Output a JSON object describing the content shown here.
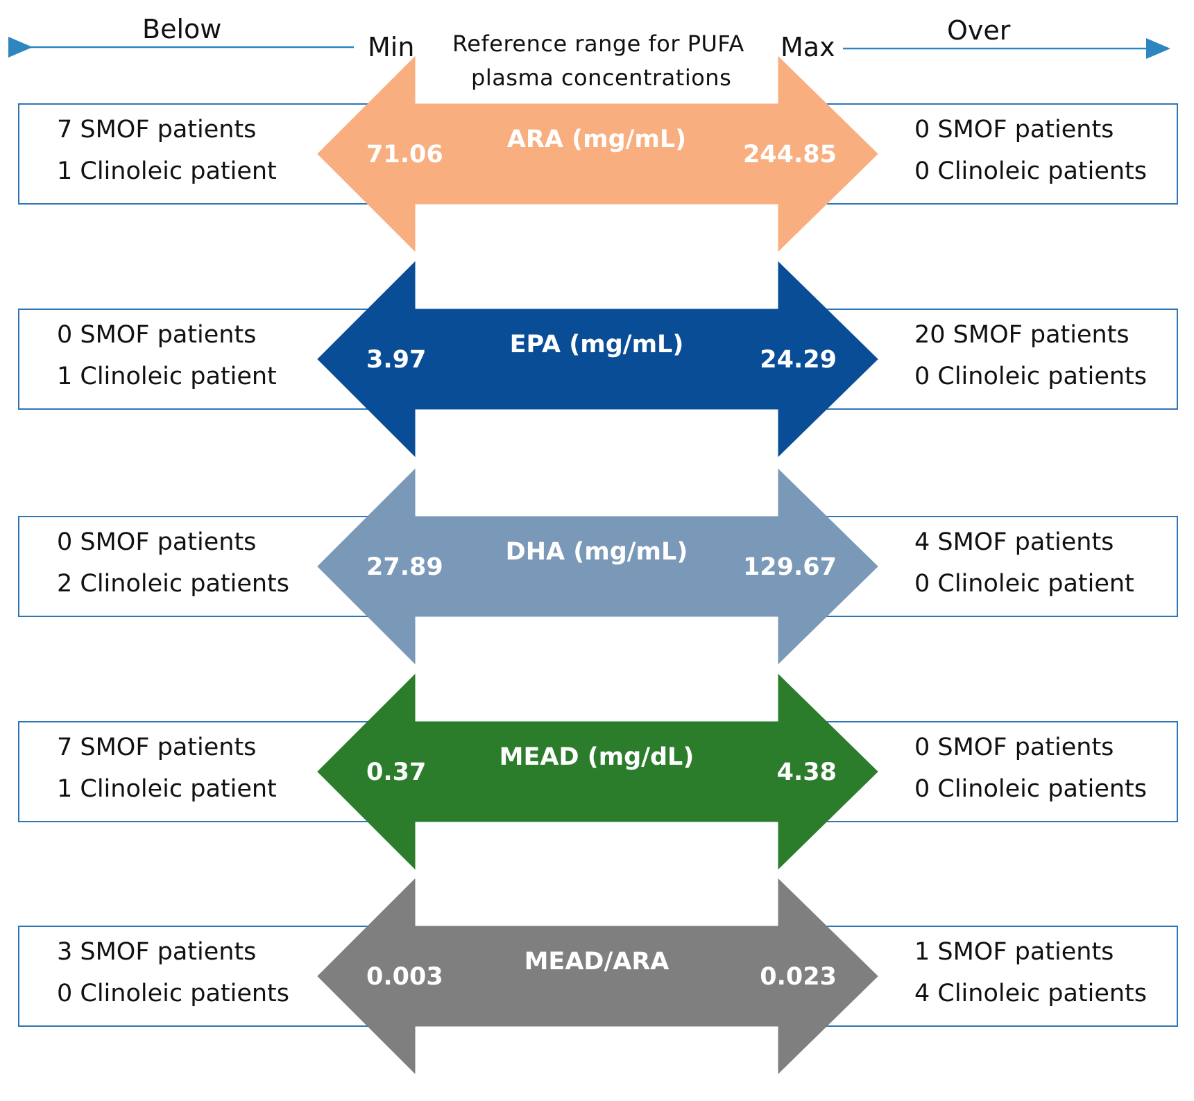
{
  "header": {
    "below_label": "Below",
    "over_label": "Over",
    "min_label": "Min",
    "max_label": "Max",
    "title_line1": "Reference  range for  PUFA",
    "title_line2": "plasma concentrations"
  },
  "colors": {
    "guide_line": "#2e86c1",
    "box_border": "#2e75b6"
  },
  "rows": [
    {
      "label": "ARA (mg/mL)",
      "min": "71.06",
      "max": "244.85",
      "color": "#f9ae7f",
      "below": [
        "7 SMOF patients",
        "1 Clinoleic patient"
      ],
      "over": [
        "0 SMOF patients",
        "0 Clinoleic patients"
      ]
    },
    {
      "label": "EPA (mg/mL)",
      "min": "3.97",
      "max": "24.29",
      "color": "#0a4d97",
      "below": [
        "0 SMOF patients",
        "1 Clinoleic patient"
      ],
      "over": [
        "20 SMOF patients",
        "0 Clinoleic patients"
      ]
    },
    {
      "label": "DHA (mg/mL)",
      "min": "27.89",
      "max": "129.67",
      "color": "#7a98b7",
      "below": [
        "0 SMOF patients",
        "2 Clinoleic patients"
      ],
      "over": [
        "4 SMOF patients",
        "0 Clinoleic patient"
      ]
    },
    {
      "label": "MEAD (mg/dL)",
      "min": "0.37",
      "max": "4.38",
      "color": "#2b7c2b",
      "below": [
        "7 SMOF patients",
        "1 Clinoleic patient"
      ],
      "over": [
        "0 SMOF patients",
        "0 Clinoleic patients"
      ]
    },
    {
      "label": "MEAD/ARA",
      "min": "0.003",
      "max": "0.023",
      "color": "#7f7f7f",
      "below": [
        "3 SMOF patients",
        "0 Clinoleic patients"
      ],
      "over": [
        "1 SMOF patients",
        "4 Clinoleic patients"
      ]
    }
  ]
}
